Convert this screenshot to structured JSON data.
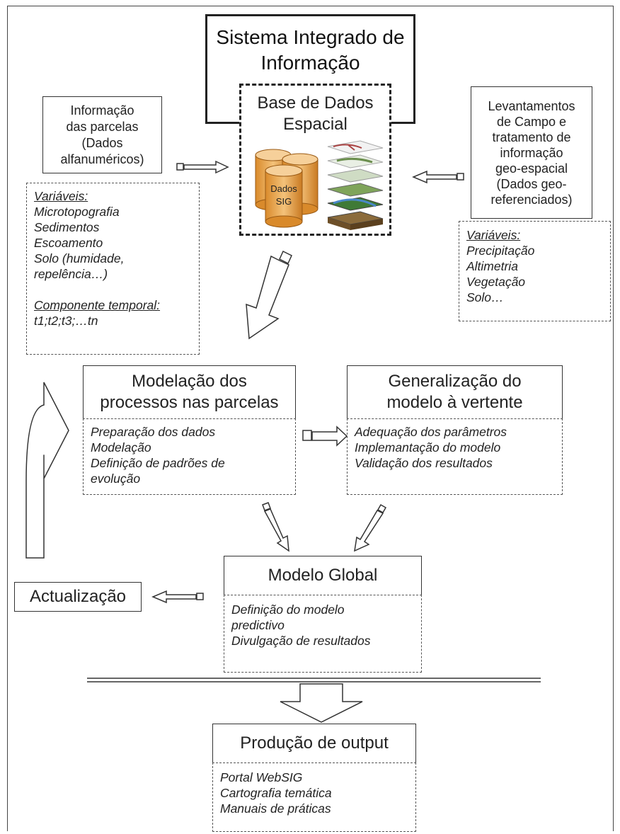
{
  "system": {
    "title_line1": "Sistema Integrado de",
    "title_line2": "Informação"
  },
  "database": {
    "title_line1": "Base de Dados",
    "title_line2": "Espacial",
    "cylinder_label_line1": "Dados",
    "cylinder_label_line2": "SIG"
  },
  "parcel_info": {
    "lines": [
      "Informação",
      "das parcelas",
      "(Dados",
      "alfanuméricos)"
    ],
    "variables_heading": "Variáveis:",
    "variables": [
      "Microtopografia",
      "Sedimentos",
      "Escoamento",
      "Solo (humidade,",
      "repelência…)"
    ],
    "temporal_heading": "Componente temporal:",
    "temporal_value": "t1;t2;t3;…tn"
  },
  "field_survey": {
    "lines": [
      "Levantamentos",
      "de Campo e",
      "tratamento de",
      "informação",
      "geo-espacial",
      "(Dados geo-",
      "referenciados)"
    ],
    "variables_heading": "Variáveis:",
    "variables": [
      "Precipitação",
      "Altimetria",
      "Vegetação",
      "Solo…"
    ]
  },
  "modelling": {
    "title_line1": "Modelação dos",
    "title_line2": "processos nas parcelas",
    "items": [
      "Preparação dos dados",
      "Modelação",
      "Definição de padrões de",
      "evolução"
    ]
  },
  "generalization": {
    "title_line1": "Generalização do",
    "title_line2": "modelo à vertente",
    "items": [
      "Adequação dos parâmetros",
      "Implemantação do modelo",
      "Validação dos resultados"
    ]
  },
  "global_model": {
    "title": "Modelo Global",
    "items": [
      "Definição do modelo",
      "predictivo",
      "Divulgação de resultados"
    ]
  },
  "update": {
    "label": "Actualização"
  },
  "output": {
    "title": "Produção de output",
    "items": [
      "Portal WebSIG",
      "Cartografia temática",
      "Manuais de práticas"
    ]
  },
  "colors": {
    "line": "#333333",
    "cylinder": "#e8a64a",
    "cylinder_top": "#f3c27a"
  }
}
